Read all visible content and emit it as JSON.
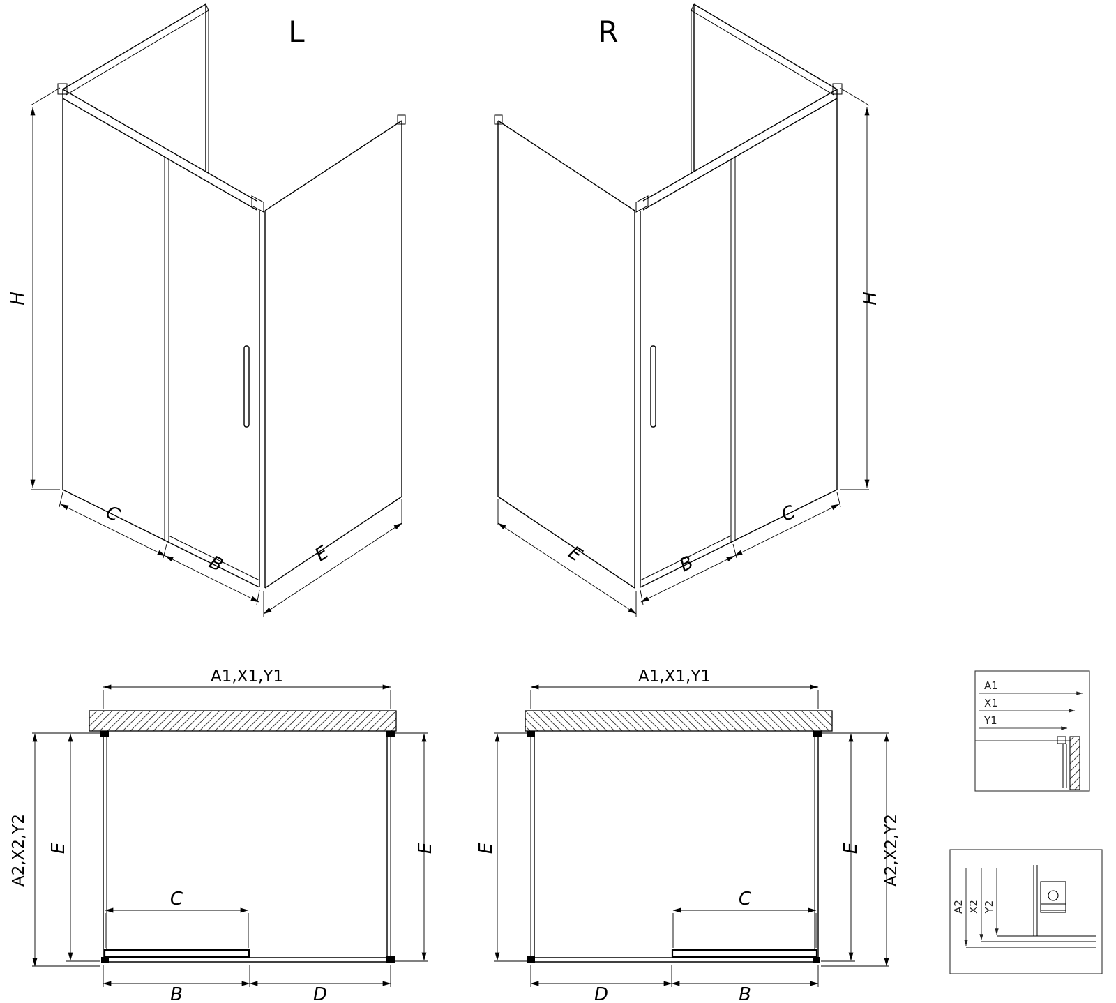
{
  "iso_left": {
    "view_label": "L",
    "dim_h": "H",
    "dim_c": "C",
    "dim_b": "B",
    "dim_e": "E"
  },
  "iso_right": {
    "view_label": "R",
    "dim_h": "H",
    "dim_c": "C",
    "dim_b": "B",
    "dim_e": "E"
  },
  "plan_left": {
    "dim_width_top": "A1,X1,Y1",
    "dim_depth_outer": "A2,X2,Y2",
    "dim_depth_left": "E",
    "dim_depth_right": "E",
    "dim_door_travel": "C",
    "dim_door": "B",
    "dim_fixed": "D"
  },
  "plan_right": {
    "dim_width_top": "A1,X1,Y1",
    "dim_depth_outer": "A2,X2,Y2",
    "dim_depth_left": "E",
    "dim_depth_right": "E",
    "dim_door_travel": "C",
    "dim_door": "B",
    "dim_fixed": "D"
  },
  "detail_top": {
    "labels": [
      "A1",
      "X1",
      "Y1"
    ]
  },
  "detail_bottom": {
    "labels": [
      "A2",
      "X2",
      "Y2"
    ]
  }
}
